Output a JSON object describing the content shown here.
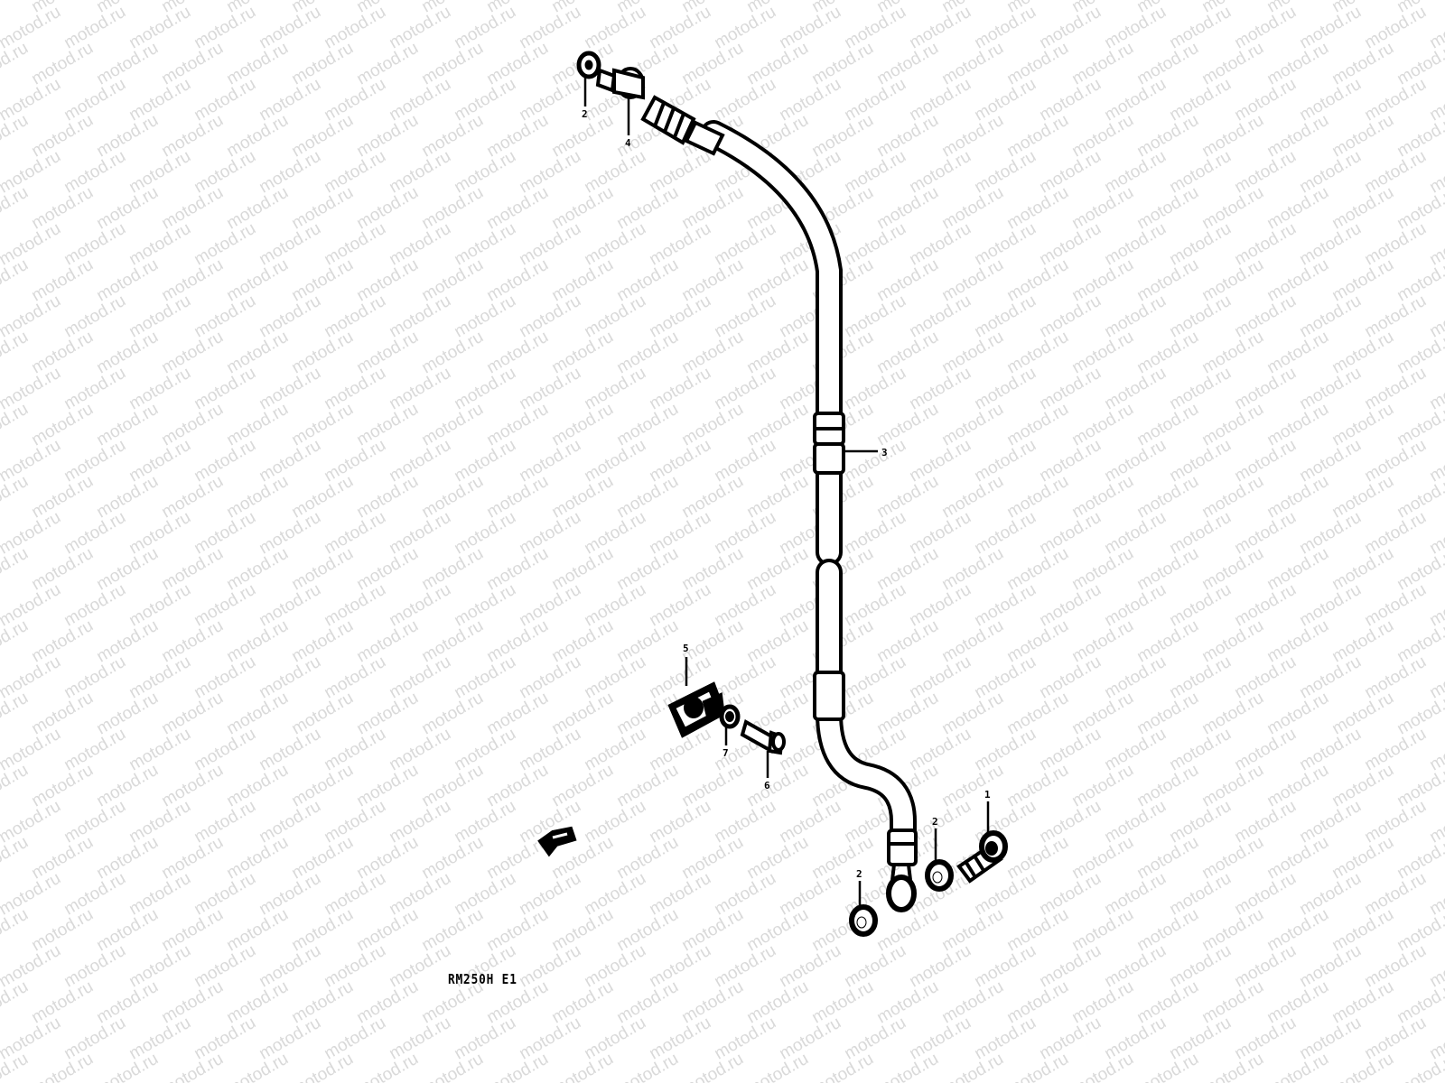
{
  "watermark": {
    "text": "motod.ru"
  },
  "diagram": {
    "model_code": "RM250H E1",
    "callouts": [
      {
        "id": "hose",
        "label": "3"
      },
      {
        "id": "upper-washer",
        "label": "2"
      },
      {
        "id": "upper-bolt",
        "label": "4"
      },
      {
        "id": "clamp",
        "label": "5"
      },
      {
        "id": "washer-small",
        "label": "7"
      },
      {
        "id": "clamp-bolt",
        "label": "6"
      },
      {
        "id": "union-bolt",
        "label": "1"
      },
      {
        "id": "lower-washer-right",
        "label": "2"
      },
      {
        "id": "lower-washer-left",
        "label": "2"
      }
    ]
  }
}
